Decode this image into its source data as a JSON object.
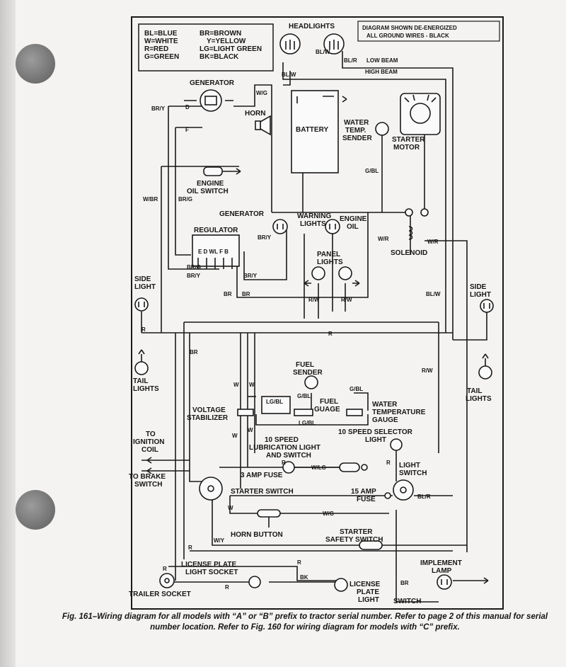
{
  "legend": {
    "left": [
      "BL=BLUE",
      "W=WHITE",
      "R=RED",
      "G=GREEN"
    ],
    "right": [
      "BR=BROWN",
      "Y=YELLOW",
      "LG=LIGHT GREEN",
      "BK=BLACK"
    ]
  },
  "note": [
    "DIAGRAM SHOWN DE-ENERGIZED",
    "ALL GROUND WIRES - BLACK"
  ],
  "components": {
    "headlights": "HEADLIGHTS",
    "low_beam": "LOW BEAM",
    "high_beam": "HIGH BEAM",
    "generator_top": "GENERATOR",
    "gen_d": "D",
    "gen_f": "F",
    "horn": "HORN",
    "battery": "BATTERY",
    "water_temp_sender": [
      "WATER",
      "TEMP.",
      "SENDER"
    ],
    "starter_motor": [
      "STARTER",
      "MOTOR"
    ],
    "engine_oil_switch": [
      "ENGINE",
      "OIL SWITCH"
    ],
    "generator_lamp": "GENERATOR",
    "warning_lights": [
      "WARNING",
      "LIGHTS"
    ],
    "engine_oil_lamp": [
      "ENGINE",
      "OIL"
    ],
    "regulator": "REGULATOR",
    "regulator_terms": "E D WL F B",
    "solenoid": "SOLENOID",
    "panel_lights": [
      "PANEL",
      "LIGHTS"
    ],
    "side_light_left": [
      "SIDE",
      "LIGHT"
    ],
    "side_light_right": [
      "SIDE",
      "LIGHT"
    ],
    "tail_lights_left": [
      "TAIL",
      "LIGHTS"
    ],
    "tail_lights_right": [
      "TAIL",
      "LIGHTS"
    ],
    "fuel_sender": [
      "FUEL",
      "SENDER"
    ],
    "fuel_gauge": [
      "FUEL",
      "GUAGE"
    ],
    "voltage_stabilizer": [
      "VOLTAGE",
      "STABILIZER"
    ],
    "water_temp_gauge": [
      "WATER",
      "TEMPERATURE",
      "GAUGE"
    ],
    "ignition_coil": [
      "TO",
      "IGNITION",
      "COIL"
    ],
    "brake_switch": [
      "TO BRAKE",
      "SWITCH"
    ],
    "speed_light": [
      "10 SPEED",
      "LUBRICATION LIGHT",
      "AND SWITCH"
    ],
    "selector_light": [
      "10 SPEED SELECTOR",
      "LIGHT"
    ],
    "light_switch": [
      "LIGHT",
      "SWITCH"
    ],
    "fuse3": "3 AMP FUSE",
    "fuse15": [
      "15 AMP",
      "FUSE"
    ],
    "starter_switch": "STARTER SWITCH",
    "horn_button": "HORN BUTTON",
    "starter_safety": [
      "STARTER",
      "SAFETY SWITCH"
    ],
    "license_socket": [
      "LICENSE PLATE",
      "LIGHT SOCKET"
    ],
    "trailer_socket": "TRAILER SOCKET",
    "license_light": [
      "LICENSE",
      "PLATE",
      "LIGHT"
    ],
    "implement_lamp": [
      "IMPLEMENT",
      "LAMP"
    ],
    "switch": "SWITCH"
  },
  "wire_labels": {
    "BR_Y": "BR/Y",
    "BL_R": "BL/R",
    "BL_W": "BL/W",
    "W_G": "W/G",
    "G_BL": "G/BL",
    "W_BR": "W/BR",
    "BR_G": "BR/G",
    "W_R": "W/R",
    "R_W": "R/W",
    "BR": "BR",
    "R": "R",
    "W": "W",
    "BK": "BK",
    "LG_BL": "LG/BL",
    "W_LG": "W/LG",
    "W_Y": "W/Y",
    "BL_W2": "BL/W"
  },
  "caption": "Fig. 161–Wiring diagram for all models with “A” or “B” prefix to tractor serial number. Refer to page 2 of this manual for serial number location. Refer to Fig. 160 for wiring diagram for models with “C” prefix."
}
